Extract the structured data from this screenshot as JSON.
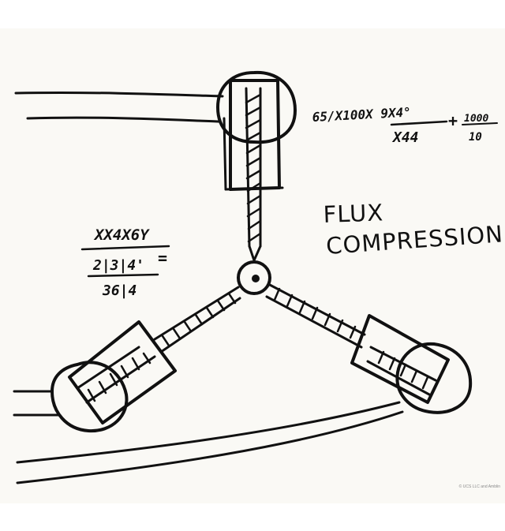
{
  "sketch": {
    "title_line_1": "FLUX",
    "title_line_2": "COMPRESSION",
    "equation_right": {
      "numerator": "65/X100X 9X4°",
      "denominator": "X44",
      "plus": "+",
      "fraction_numerator": "1000",
      "fraction_denominator": "10"
    },
    "equation_left": {
      "line_1": "XX4X6Y",
      "line_2": "2|3|4'",
      "equals": "=",
      "line_3": "36|4"
    },
    "ink_color": "#111111",
    "paper_color": "#faf9f5"
  },
  "credit": "© UCS LLC and Amblin"
}
